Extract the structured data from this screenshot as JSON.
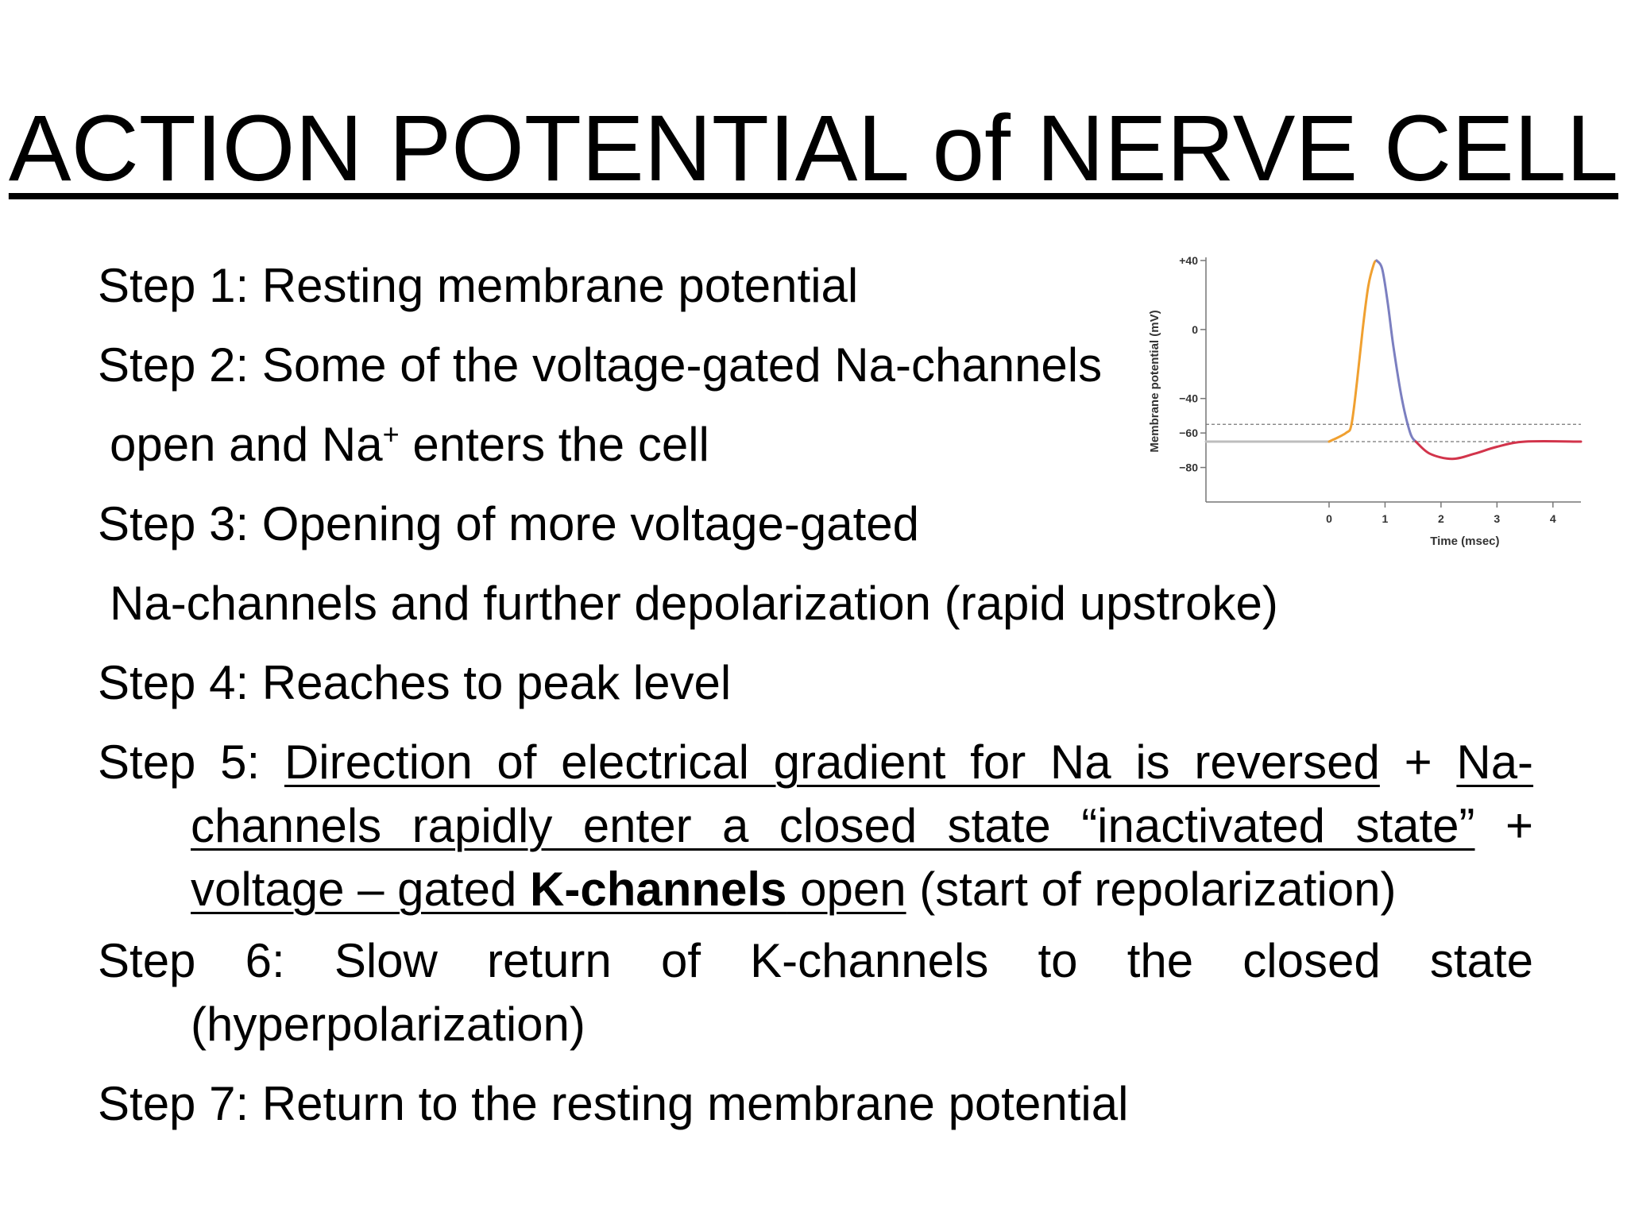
{
  "title": "ACTION POTENTIAL of NERVE CELL",
  "steps": {
    "s1": "Step 1: Resting  membrane potential",
    "s2a": "Step 2: Some of the voltage-gated Na-channels",
    "s2b_pre": "open and Na",
    "s2b_sup": "+",
    "s2b_post": " enters the cell",
    "s3a": "Step 3: Opening of more voltage-gated",
    "s3b": "Na-channels and further depolarization (rapid upstroke)",
    "s4": "Step 4: Reaches to peak level",
    "s5_label": "Step 5:",
    "s5_u1": "Direction of electrical gradient for Na is reversed",
    "s5_plus1": "+",
    "s5_u2a": "Na-",
    "s5_u2b": "channels rapidly enter a closed state “inactivated state”",
    "s5_plus2": "+",
    "s5_u3a": "voltage – gated ",
    "s5_u3b": "K-channels",
    "s5_u3c": " open",
    "s5_tail": " (start of repolarization)",
    "s6a": "Step 6: Slow return of K-channels to the closed state",
    "s6b": "(hyperpolarization)",
    "s7": "Step 7: Return to the resting membrane potential"
  },
  "chart_data": {
    "type": "line",
    "xlabel": "Time (msec)",
    "ylabel": "Membrane potential (mV)",
    "xlim": [
      -2.2,
      4.5
    ],
    "ylim": [
      -100,
      40
    ],
    "x_ticks": [
      "0",
      "1",
      "2",
      "3",
      "4"
    ],
    "y_ticks": [
      "+40",
      "0",
      "−40",
      "−60",
      "−80"
    ],
    "y_tick_values": [
      40,
      0,
      -40,
      -60,
      -80
    ],
    "reference_lines": [
      -55,
      -65
    ],
    "series": [
      {
        "segment": "resting",
        "color": "#bdbdbd",
        "points": [
          [
            -2.2,
            -65
          ],
          [
            0,
            -65
          ]
        ]
      },
      {
        "segment": "depolarization",
        "color": "#f0a030",
        "points": [
          [
            0,
            -65
          ],
          [
            0.3,
            -60
          ],
          [
            0.4,
            -55
          ],
          [
            0.5,
            -30
          ],
          [
            0.6,
            0
          ],
          [
            0.7,
            25
          ],
          [
            0.8,
            38
          ],
          [
            0.85,
            40
          ]
        ]
      },
      {
        "segment": "repolarization",
        "color": "#7b7fc0",
        "points": [
          [
            0.85,
            40
          ],
          [
            0.95,
            35
          ],
          [
            1.05,
            15
          ],
          [
            1.15,
            -10
          ],
          [
            1.3,
            -40
          ],
          [
            1.45,
            -60
          ],
          [
            1.55,
            -65
          ]
        ]
      },
      {
        "segment": "hyperpolarization",
        "color": "#d2344b",
        "points": [
          [
            1.55,
            -65
          ],
          [
            1.8,
            -72
          ],
          [
            2.2,
            -75
          ],
          [
            2.6,
            -72
          ],
          [
            3.0,
            -68
          ],
          [
            3.5,
            -65
          ],
          [
            4.5,
            -65
          ]
        ]
      }
    ]
  }
}
